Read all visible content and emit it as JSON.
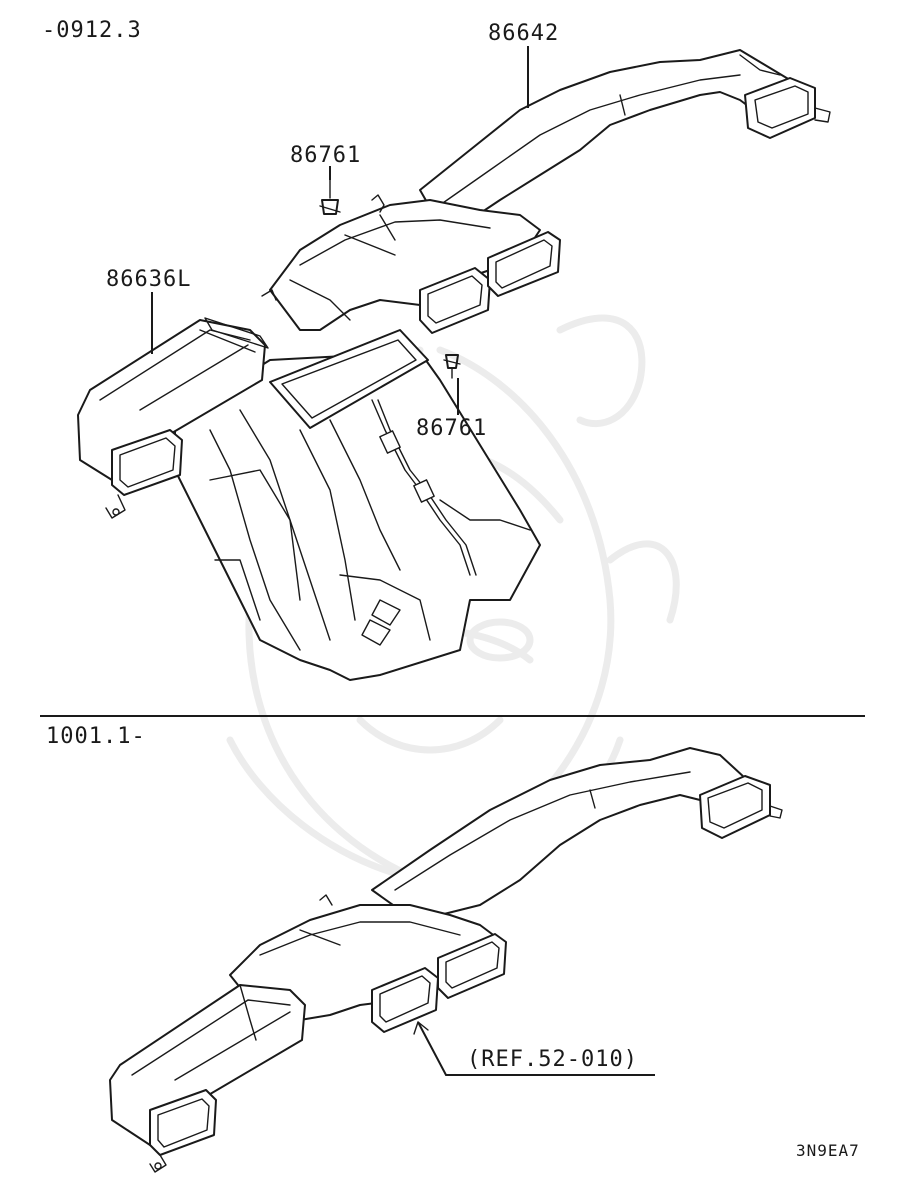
{
  "sections": {
    "upper_range": "-0912.3",
    "lower_range": "1001.1-"
  },
  "parts": {
    "rear_duct": "86642",
    "screw_upper": "86761",
    "side_duct": "86636L",
    "screw_lower": "86761"
  },
  "reference": "(REF.52-010)",
  "diagram_code": "3N9EA7",
  "colors": {
    "ink": "#1a1a1a",
    "watermark": "#ececec",
    "background": "#ffffff"
  }
}
